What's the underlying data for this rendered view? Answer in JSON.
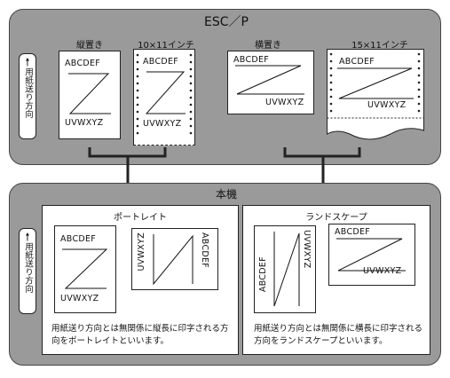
{
  "esc": {
    "title": "ESC／P",
    "labels": {
      "portrait": "縦置き",
      "portrait_11": "10×11インチ",
      "landscape": "横置き",
      "landscape_11": "15×11インチ"
    }
  },
  "main": {
    "title": "本機",
    "portrait": {
      "title": "ポートレイト",
      "desc": "用紙送り方向とは無関係に縦長に印字される方向をポートレイトといいます。"
    },
    "landscape": {
      "title": "ランドスケープ",
      "desc": "用紙送り方向とは無関係に横長に印字される方向をランドスケープといいます。"
    }
  },
  "feed_label": "用紙送り方向",
  "sample": {
    "top": "ABCDEF",
    "bottom": "UVWXYZ"
  }
}
